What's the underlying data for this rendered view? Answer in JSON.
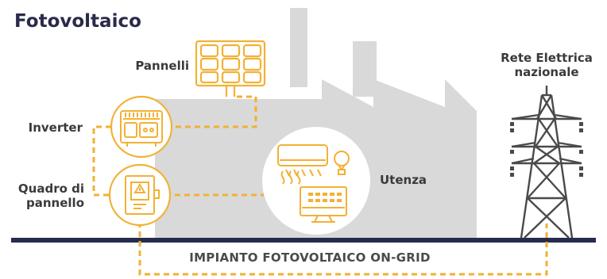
{
  "title": "Fotovoltaico",
  "labels": {
    "pannelli": "Pannelli",
    "inverter": "Inverter",
    "quadro_line1": "Quadro di",
    "quadro_line2": "pannello",
    "utenza": "Utenza",
    "rete_line1": "Rete Elettrica",
    "rete_line2": "nazionale"
  },
  "caption": "IMPIANTO FOTOVOLTAICO ON-GRID",
  "colors": {
    "accent": "#f2b134",
    "factory": "#d9d9d9",
    "ground": "#252c4d",
    "tower": "#4a4a4a",
    "text": "#3a3a3a"
  }
}
